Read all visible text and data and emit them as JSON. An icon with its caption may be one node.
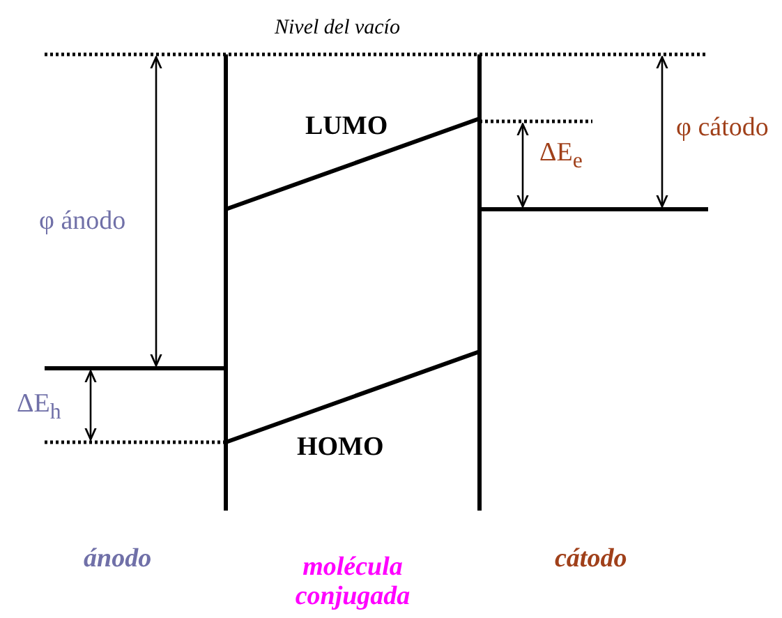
{
  "diagram": {
    "labels": [
      "Nivel del vacío",
      "LUMO",
      "φ cátodo",
      "ΔE$_{e}$",
      "φ ánodo",
      "ΔE$_{h}$",
      "HOMO",
      "ánodo",
      "molécula conjugada",
      "cátodo"
    ]
  }
}
